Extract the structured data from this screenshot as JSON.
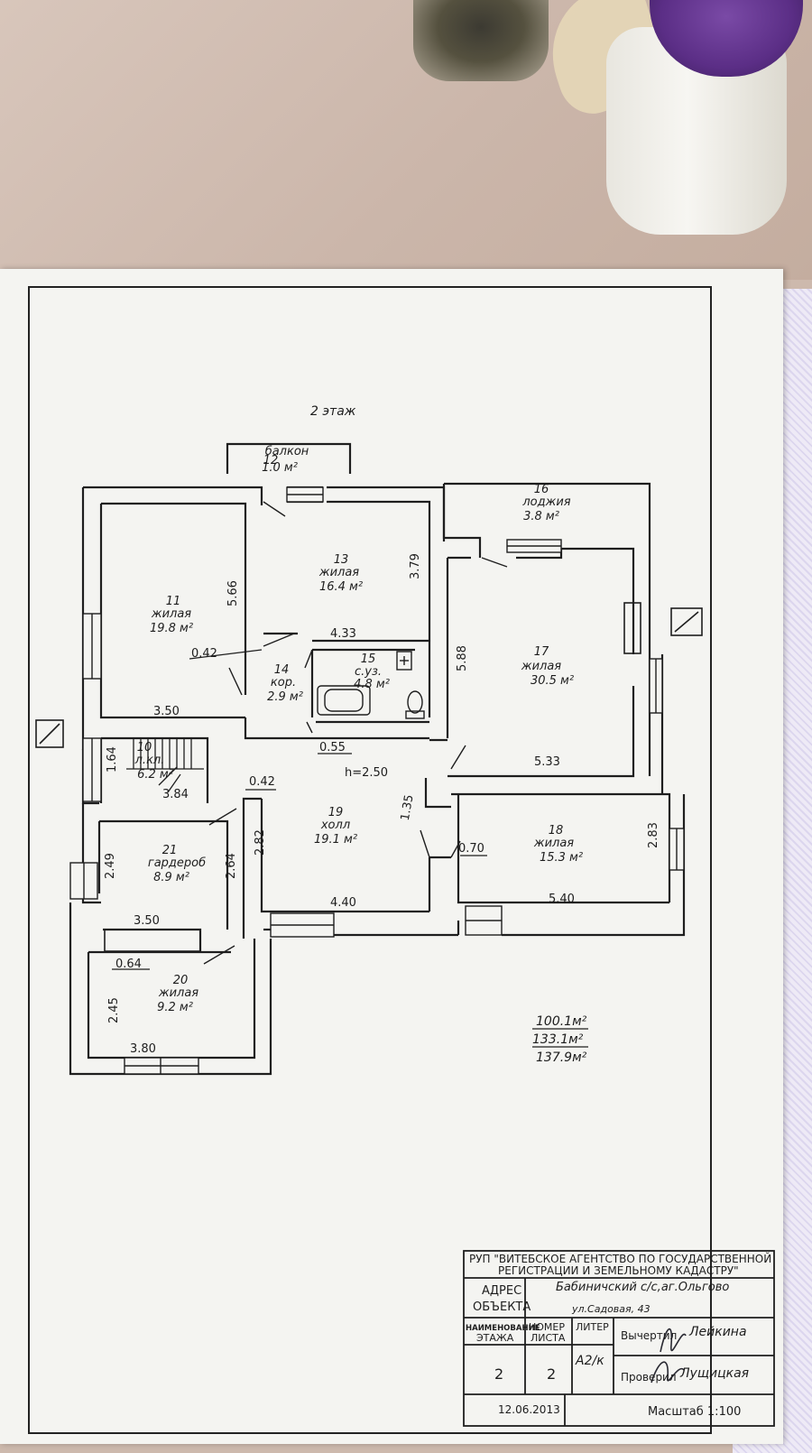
{
  "floor_label": "2 этаж",
  "height_note": "h=2.50",
  "rooms": [
    {
      "num": "12",
      "name": "балкон",
      "area": "1.0 м²"
    },
    {
      "num": "13",
      "name": "жилая",
      "area": "16.4 м²"
    },
    {
      "num": "16",
      "name": "лоджия",
      "area": "3.8 м²"
    },
    {
      "num": "11",
      "name": "жилая",
      "area": "19.8 м²"
    },
    {
      "num": "17",
      "name": "жилая",
      "area": "30.5 м²"
    },
    {
      "num": "15",
      "name": "с.уз.",
      "area": "4.8 м²"
    },
    {
      "num": "14",
      "name": "кор.",
      "area": "2.9 м²"
    },
    {
      "num": "10",
      "name": "л.кл.",
      "area": "6.2 м²"
    },
    {
      "num": "19",
      "name": "холл",
      "area": "19.1 м²"
    },
    {
      "num": "18",
      "name": "жилая",
      "area": "15.3 м²"
    },
    {
      "num": "21",
      "name": "гардероб",
      "area": "8.9 м²"
    },
    {
      "num": "20",
      "name": "жилая",
      "area": "9.2 м²"
    }
  ],
  "dims": [
    "5.66",
    "3.79",
    "4.33",
    "0.42",
    "3.50",
    "5.88",
    "0.55",
    "5.33",
    "1.64",
    "3.84",
    "0.42",
    "2.82",
    "1.35",
    "0.70",
    "2.83",
    "2.49",
    "2.64",
    "4.40",
    "5.40",
    "3.50",
    "0.64",
    "2.45",
    "3.80"
  ],
  "totals": [
    "100.1м²",
    "133.1м²",
    "137.9м²"
  ],
  "stamp": {
    "org_line1": "РУП \"ВИТЕБСКОЕ АГЕНТСТВО ПО ГОСУДАРСТВЕННОЙ",
    "org_line2": "РЕГИСТРАЦИИ И ЗЕМЕЛЬНОМУ КАДАСТРУ\"",
    "address_label_1": "АДРЕС",
    "address_label_2": "ОБЪЕКТА",
    "address_1": "Бабиничский с/с,аг.Ольгово",
    "address_2": "ул.Садовая, 43",
    "col_floor_1": "НАИМЕНОВАНИЕ",
    "col_floor_2": "ЭТАЖА",
    "col_sheet_1": "НОМЕР",
    "col_sheet_2": "ЛИСТА",
    "col_liter": "ЛИТЕР",
    "floor_value": "2",
    "sheet_value": "2",
    "liter_value": "А2/к",
    "drawn_label": "Вычертил",
    "drawn_name": "Лейкина",
    "checked_label": "Проверил",
    "checked_name": "Лущицкая",
    "date": "12.06.2013",
    "scale": "Масштаб 1:100"
  }
}
